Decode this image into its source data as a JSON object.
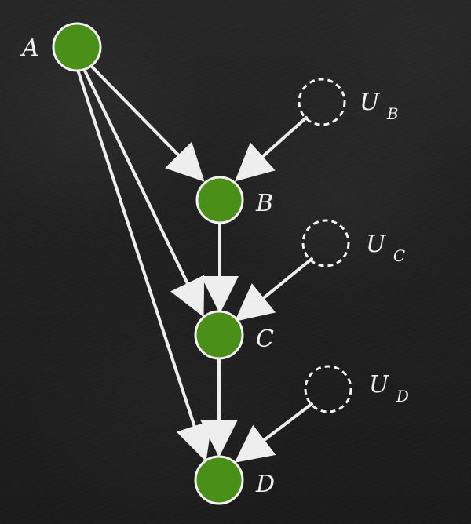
{
  "diagram": {
    "nodes": {
      "A": {
        "label": "A"
      },
      "B": {
        "label": "B"
      },
      "C": {
        "label": "C"
      },
      "D": {
        "label": "D"
      },
      "UB": {
        "base": "U",
        "sub": "B"
      },
      "UC": {
        "base": "U",
        "sub": "C"
      },
      "UD": {
        "base": "U",
        "sub": "D"
      }
    },
    "edges": [
      [
        "A",
        "B"
      ],
      [
        "A",
        "C"
      ],
      [
        "A",
        "D"
      ],
      [
        "B",
        "C"
      ],
      [
        "C",
        "D"
      ],
      [
        "UB",
        "B"
      ],
      [
        "UC",
        "C"
      ],
      [
        "UD",
        "D"
      ]
    ]
  }
}
